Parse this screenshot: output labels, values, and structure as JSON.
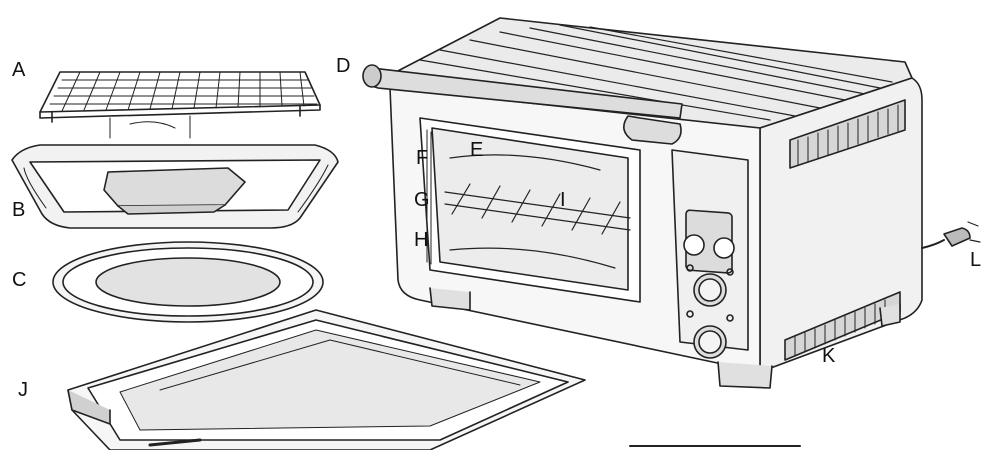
{
  "callouts": {
    "a": "A",
    "b": "B",
    "c": "C",
    "d": "D",
    "e": "E",
    "f": "F",
    "g": "G",
    "h": "H",
    "i": "I",
    "j": "J",
    "k": "K",
    "l": "L"
  },
  "colors": {
    "line": "#222222",
    "paper": "#ffffff",
    "steel_light": "#eeeeee",
    "steel_mid": "#cfcfcf",
    "steel_dark": "#9a9a9a",
    "glass": "#e6e6e6"
  }
}
